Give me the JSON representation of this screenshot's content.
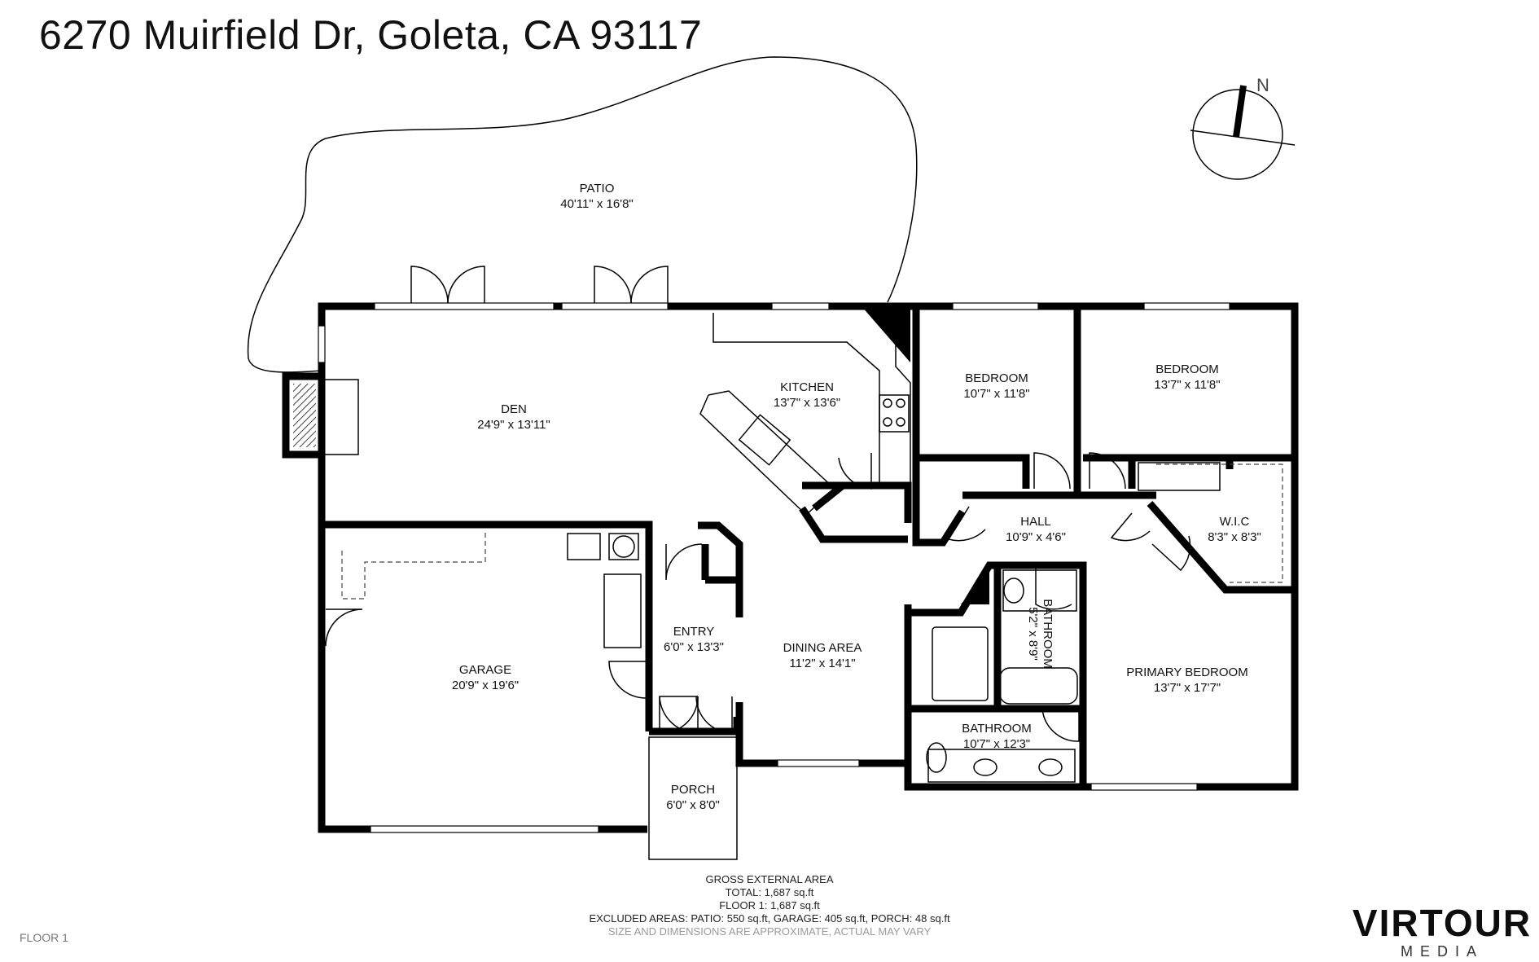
{
  "address": "6270 Muirfield Dr, Goleta, CA 93117",
  "compass": {
    "label": "N"
  },
  "rooms": [
    {
      "id": "patio",
      "name": "PATIO",
      "dims": "40'11\" x 16'8\""
    },
    {
      "id": "den",
      "name": "DEN",
      "dims": "24'9\" x 13'11\""
    },
    {
      "id": "kitchen",
      "name": "KITCHEN",
      "dims": "13'7\" x 13'6\""
    },
    {
      "id": "bedroom-1",
      "name": "BEDROOM",
      "dims": "10'7\" x 11'8\""
    },
    {
      "id": "bedroom-2",
      "name": "BEDROOM",
      "dims": "13'7\" x 11'8\""
    },
    {
      "id": "hall",
      "name": "HALL",
      "dims": "10'9\" x 4'6\""
    },
    {
      "id": "wic",
      "name": "W.I.C",
      "dims": "8'3\" x 8'3\""
    },
    {
      "id": "garage",
      "name": "GARAGE",
      "dims": "20'9\" x 19'6\""
    },
    {
      "id": "entry",
      "name": "ENTRY",
      "dims": "6'0\" x 13'3\""
    },
    {
      "id": "dining",
      "name": "DINING AREA",
      "dims": "11'2\" x 14'1\""
    },
    {
      "id": "bath-small",
      "name": "BATHROOM",
      "dims": "5'2\" x 8'9\""
    },
    {
      "id": "primary-bedroom",
      "name": "PRIMARY BEDROOM",
      "dims": "13'7\" x 17'7\""
    },
    {
      "id": "bath-main",
      "name": "BATHROOM",
      "dims": "10'7\" x 12'3\""
    },
    {
      "id": "porch",
      "name": "PORCH",
      "dims": "6'0\" x 8'0\""
    }
  ],
  "footer": {
    "heading": "GROSS EXTERNAL AREA",
    "total": "TOTAL: 1,687 sq.ft",
    "floor": "FLOOR 1: 1,687 sq.ft",
    "excluded": "EXCLUDED AREAS: PATIO: 550 sq.ft, GARAGE: 405 sq.ft, PORCH: 48 sq.ft",
    "disclaimer": "SIZE AND DIMENSIONS ARE APPROXIMATE, ACTUAL MAY VARY"
  },
  "floor_label": "FLOOR 1",
  "logo": {
    "brand": "VIRTOUR",
    "sub": "MEDIA"
  }
}
